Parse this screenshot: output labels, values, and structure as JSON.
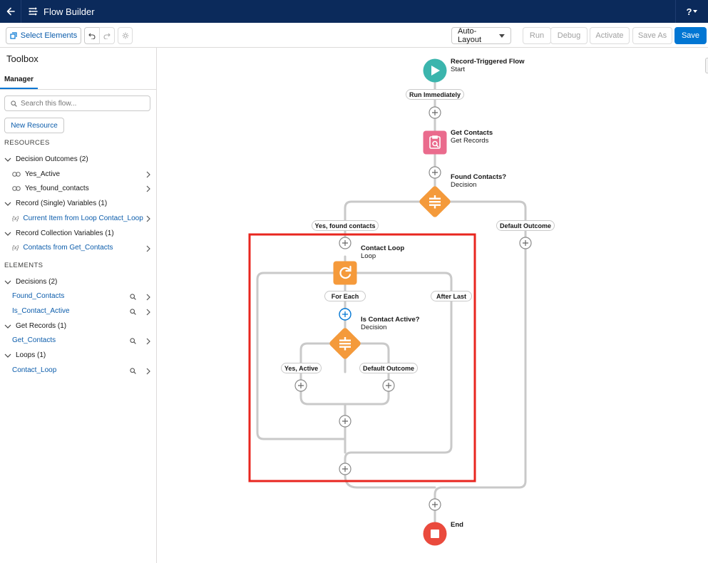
{
  "header": {
    "title": "Flow Builder",
    "help_label": "?"
  },
  "toolbar": {
    "select_elements": "Select Elements",
    "layout_select": "Auto-Layout",
    "run": "Run",
    "debug": "Debug",
    "activate": "Activate",
    "save_as": "Save As",
    "save": "Save"
  },
  "sidebar": {
    "title": "Toolbox",
    "tab": "Manager",
    "search_placeholder": "Search this flow...",
    "new_resource": "New Resource",
    "resources_heading": "RESOURCES",
    "elements_heading": "ELEMENTS",
    "decision_outcomes": {
      "label": "Decision Outcomes (2)",
      "items": [
        "Yes_Active",
        "Yes_found_contacts"
      ]
    },
    "record_single": {
      "label": "Record (Single) Variables (1)",
      "items": [
        "Current Item from Loop Contact_Loop"
      ]
    },
    "record_collection": {
      "label": "Record Collection Variables (1)",
      "items": [
        "Contacts from Get_Contacts"
      ]
    },
    "decisions": {
      "label": "Decisions (2)",
      "items": [
        "Found_Contacts",
        "Is_Contact_Active"
      ]
    },
    "get_records": {
      "label": "Get Records (1)",
      "items": [
        "Get_Contacts"
      ]
    },
    "loops": {
      "label": "Loops (1)",
      "items": [
        "Contact_Loop"
      ]
    }
  },
  "flow": {
    "start": {
      "title": "Record-Triggered Flow",
      "subtitle": "Start"
    },
    "run_immediately": "Run Immediately",
    "get_contacts": {
      "title": "Get Contacts",
      "subtitle": "Get Records"
    },
    "found_contacts": {
      "title": "Found Contacts?",
      "subtitle": "Decision"
    },
    "yes_found_contacts": "Yes, found contacts",
    "default_outcome_outer": "Default Outcome",
    "contact_loop": {
      "title": "Contact Loop",
      "subtitle": "Loop"
    },
    "for_each": "For Each",
    "after_last": "After Last",
    "is_contact_active": {
      "title": "Is Contact Active?",
      "subtitle": "Decision"
    },
    "yes_active": "Yes, Active",
    "default_outcome_inner": "Default Outcome",
    "end": {
      "title": "End"
    }
  },
  "colors": {
    "header_bg": "#0b2a5b",
    "brand_blue": "#0176d3",
    "start_teal": "#3bb5ad",
    "get_records_pink": "#ea6b8d",
    "decision_orange": "#f49a3b",
    "loop_orange": "#f59a3b",
    "end_red": "#ea4a3d",
    "highlight_red": "#e8261f",
    "connector_gray": "#c9c9c9"
  }
}
